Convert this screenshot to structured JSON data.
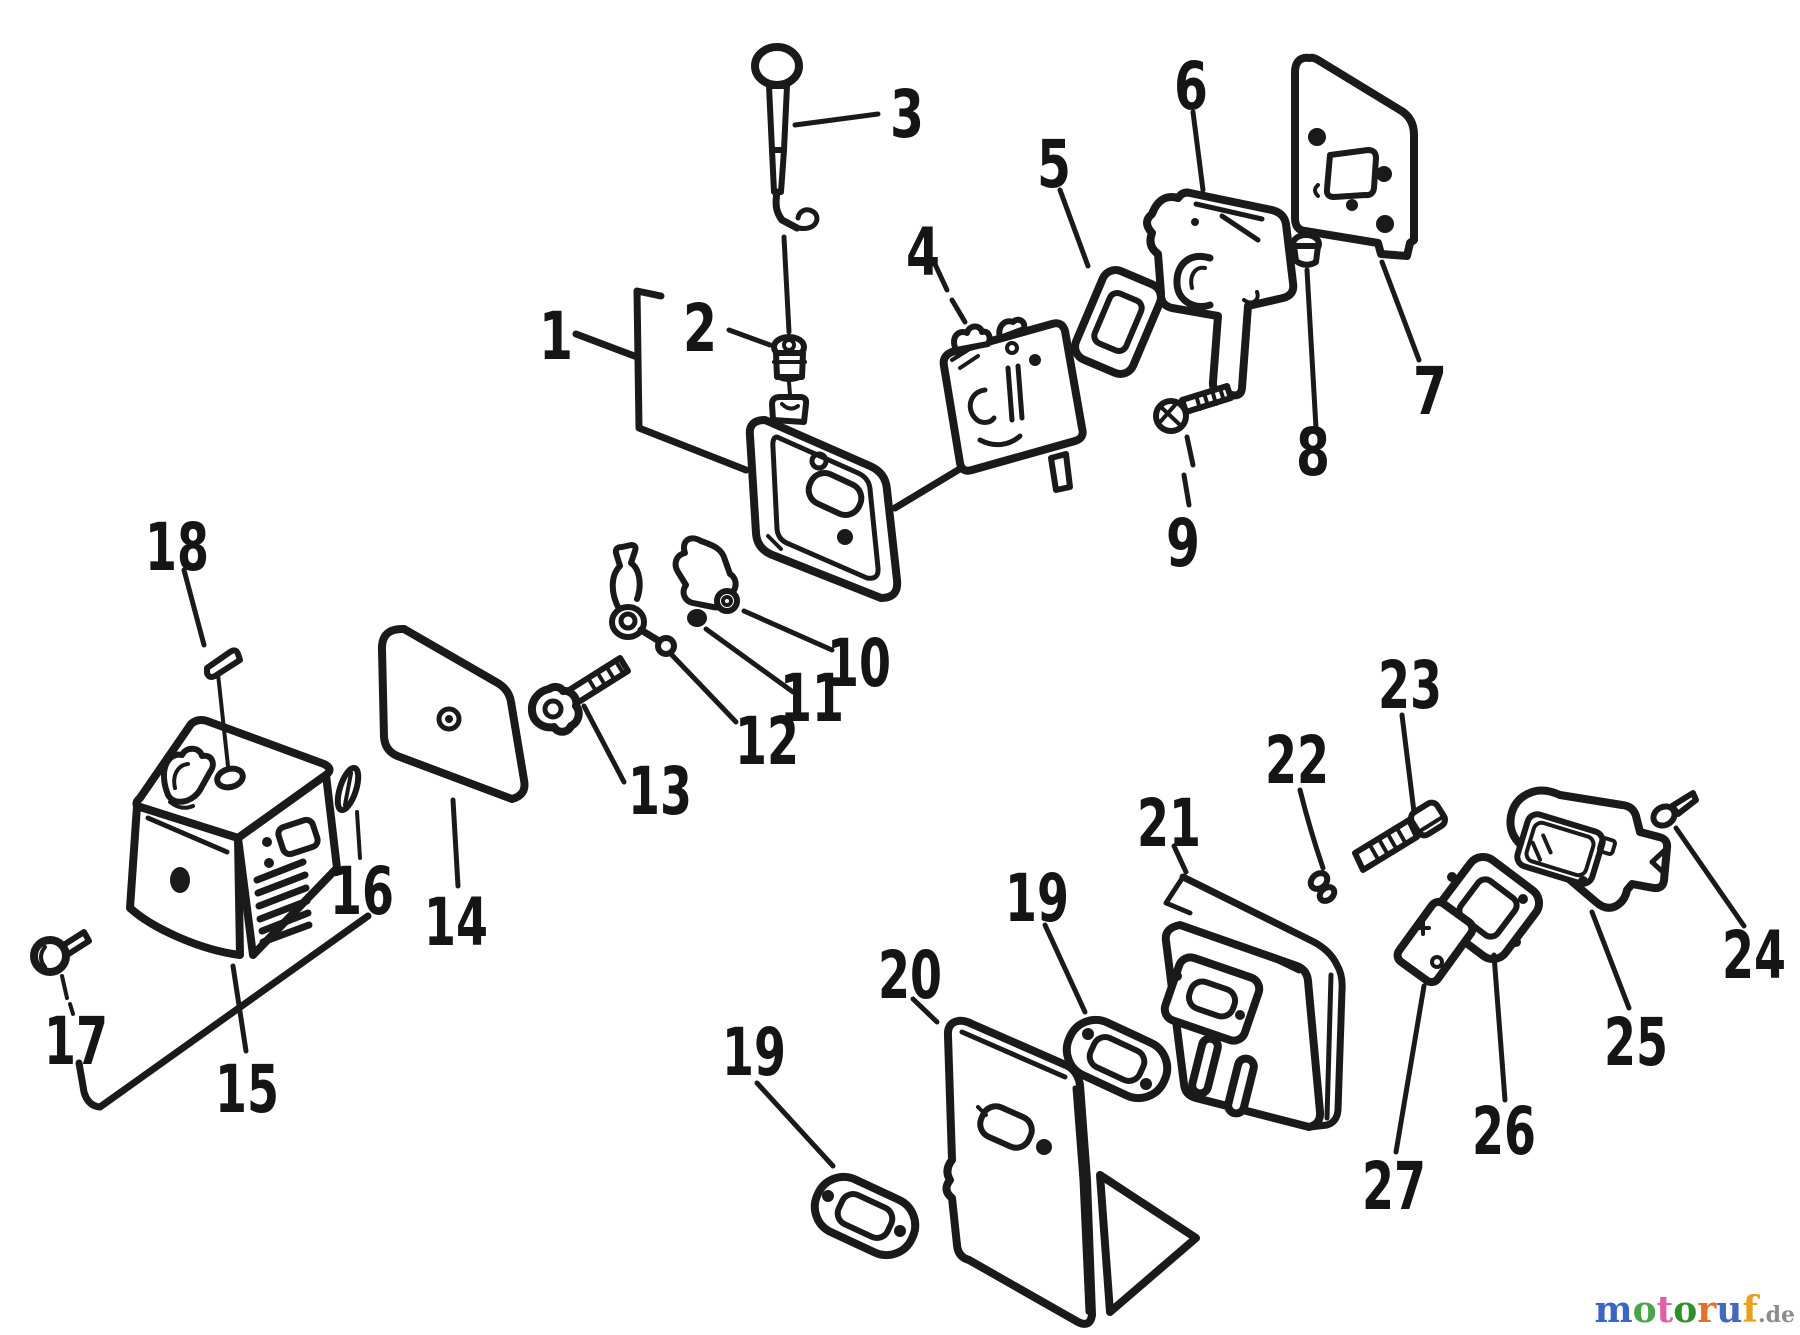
{
  "diagram": {
    "background_color": "#ffffff",
    "line_color": "#1a1a1a",
    "labels": [
      "1",
      "2",
      "3",
      "4",
      "5",
      "6",
      "7",
      "8",
      "9",
      "10",
      "11",
      "12",
      "13",
      "14",
      "15",
      "16",
      "17",
      "18",
      "19",
      "20",
      "19",
      "21",
      "22",
      "23",
      "24",
      "25",
      "26",
      "27"
    ]
  },
  "watermark": {
    "letters": [
      {
        "ch": "m",
        "color": "#3b66c4"
      },
      {
        "ch": "o",
        "color": "#46a546"
      },
      {
        "ch": "t",
        "color": "#e060a8"
      },
      {
        "ch": "o",
        "color": "#2f8f2f"
      },
      {
        "ch": "r",
        "color": "#e2702a"
      },
      {
        "ch": "u",
        "color": "#4467c0"
      },
      {
        "ch": "f",
        "color": "#e6a11c"
      }
    ],
    "suffix": {
      "text": ".de",
      "color": "#8d8d8d"
    }
  }
}
